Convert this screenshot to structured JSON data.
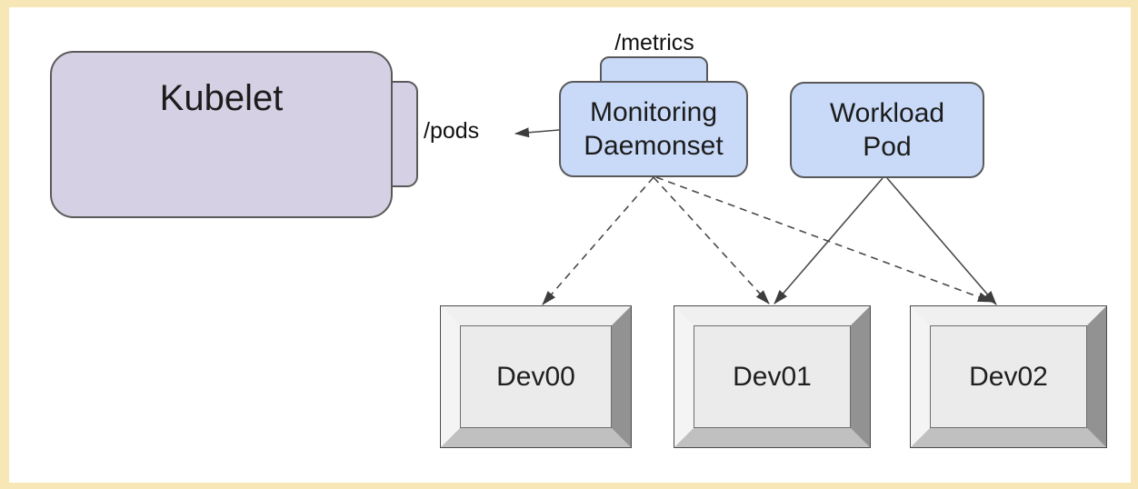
{
  "diagram": {
    "type": "kubernetes-architecture-diagram",
    "nodes": {
      "kubelet": {
        "label": "Kubelet",
        "fill": "#d6d0e4"
      },
      "monitoring_daemonset": {
        "label": "Monitoring\nDaemonset",
        "fill": "#c9daf8"
      },
      "workload_pod": {
        "label": "Workload\nPod",
        "fill": "#c9daf8"
      }
    },
    "endpoints": {
      "metrics": {
        "label": "/metrics"
      },
      "pods": {
        "label": "/pods"
      }
    },
    "devices": [
      {
        "label": "Dev00"
      },
      {
        "label": "Dev01"
      },
      {
        "label": "Dev02"
      }
    ],
    "edges": [
      {
        "from": "monitoring_daemonset",
        "to": "kubelet",
        "via": "/pods",
        "style": "solid-arrow"
      },
      {
        "from": "monitoring_daemonset",
        "to": "Dev00",
        "style": "dashed-arrow"
      },
      {
        "from": "monitoring_daemonset",
        "to": "Dev01",
        "style": "dashed-arrow"
      },
      {
        "from": "monitoring_daemonset",
        "to": "Dev02",
        "style": "dashed-arrow"
      },
      {
        "from": "workload_pod",
        "to": "Dev01",
        "style": "solid-arrow"
      },
      {
        "from": "workload_pod",
        "to": "Dev02",
        "style": "solid-arrow"
      }
    ],
    "colors": {
      "frame_border": "#f7e6b6",
      "purple_fill": "#d6d0e4",
      "blue_fill": "#c9daf8",
      "node_border": "#595959",
      "edge_line": "#4a4a4a",
      "dev_face_light": "#f0f0f0",
      "dev_face_right": "#929292",
      "dev_face_bottom": "#c0c0c0",
      "dev_panel": "#ebebeb"
    }
  }
}
